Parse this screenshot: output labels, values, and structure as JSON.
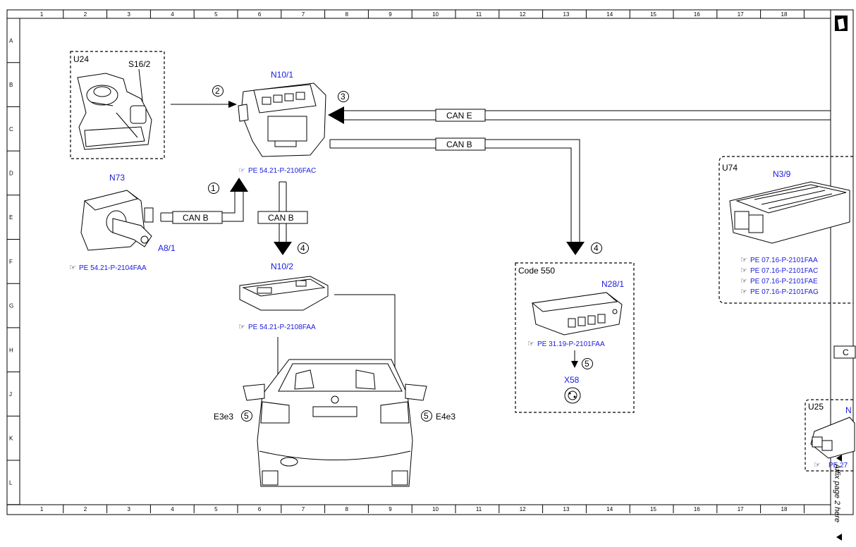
{
  "ruler": {
    "columns": [
      "1",
      "2",
      "3",
      "4",
      "5",
      "6",
      "7",
      "8",
      "9",
      "10",
      "11",
      "12",
      "13",
      "14",
      "15",
      "16",
      "17",
      "18"
    ],
    "rows": [
      "A",
      "B",
      "C",
      "D",
      "E",
      "F",
      "G",
      "H",
      "J",
      "K",
      "L"
    ]
  },
  "components": {
    "u24": "U24",
    "s16_2": "S16/2",
    "n10_1": "N10/1",
    "n73": "N73",
    "a8_1": "A8/1",
    "n10_2": "N10/2",
    "code550": "Code 550",
    "n28_1": "N28/1",
    "x58": "X58",
    "u74": "U74",
    "n3_9": "N3/9",
    "u25": "U25",
    "n_partial": "N",
    "e3e3": "E3e3",
    "e4e3": "E4e3",
    "c_partial": "C"
  },
  "bus": {
    "can_e": "CAN E",
    "can_b_top": "CAN B",
    "can_b_left": "CAN B",
    "can_b_mid": "CAN B"
  },
  "steps": {
    "s1": "1",
    "s2": "2",
    "s3": "3",
    "s4a": "4",
    "s4b": "4",
    "s5_x58": "5",
    "s5_left": "5",
    "s5_right": "5"
  },
  "refs": {
    "n10_1": "PE 54.21-P-2106FAC",
    "n73": "PE 54.21-P-2104FAA",
    "n10_2": "PE 54.21-P-2108FAA",
    "n28_1": "PE 31.19-P-2101FAA",
    "u74_list": [
      "PE 07.16-P-2101FAA",
      "PE 07.16-P-2101FAC",
      "PE 07.16-P-2101FAE",
      "PE 07.16-P-2101FAG"
    ],
    "u25_partial": "PE 27"
  },
  "side_note": "Affix page 2 here"
}
